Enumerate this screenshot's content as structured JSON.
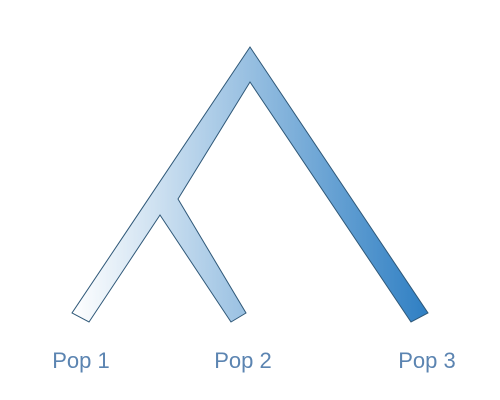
{
  "diagram": {
    "type": "population-tree",
    "colors": {
      "gradient_start": "#ffffff",
      "gradient_end": "#2f7fc3",
      "outline": "#2f5878",
      "label": "#5b84b1"
    },
    "labels": {
      "pop1": "Pop 1",
      "pop2": "Pop 2",
      "pop3": "Pop 3"
    }
  }
}
